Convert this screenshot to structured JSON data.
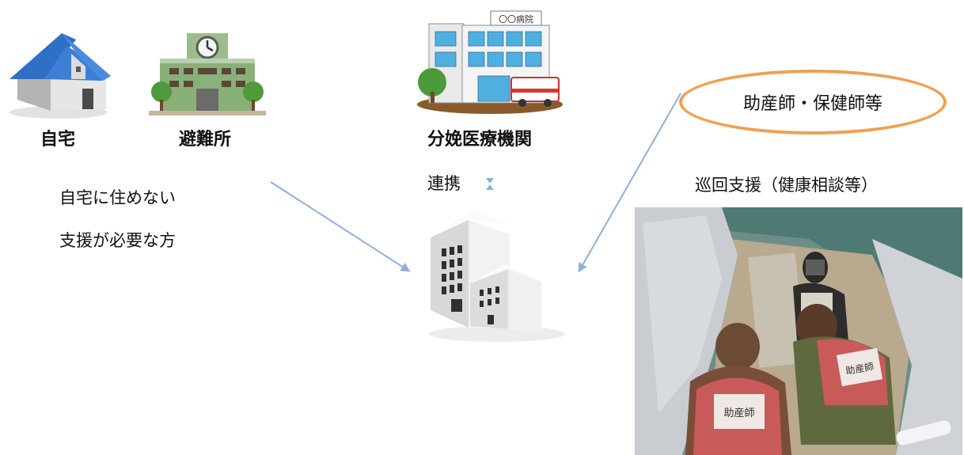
{
  "places": {
    "home": "自宅",
    "shelter": "避難所",
    "hospital": "分娩医療機関"
  },
  "target_people": {
    "line1": "自宅に住めない",
    "line2": "支援が必要な方"
  },
  "link_label": "連携",
  "hospital_sign": "〇〇病院",
  "midwife_label": "助産師・保健師等",
  "patrol_label": "巡回支援（健康相談等）",
  "vest_text": "助産師",
  "colors": {
    "arrow": "#8fb0d8",
    "oval_border": "#f0a050",
    "roof": "#3d7fd6",
    "shelter_green": "#8ab07a"
  }
}
